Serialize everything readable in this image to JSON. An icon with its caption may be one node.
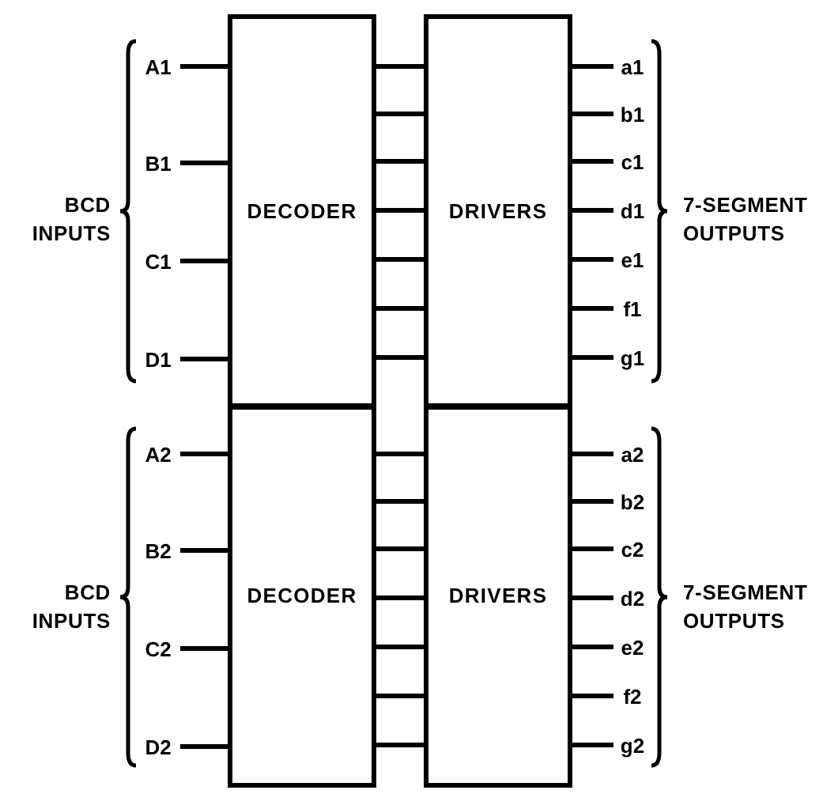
{
  "diagram": {
    "nodes": [
      {
        "text": [
          "DECODER"
        ]
      },
      {
        "text": [
          "DRIVERS"
        ]
      },
      {
        "text": [
          "A1"
        ]
      },
      {
        "text": [
          "B1"
        ]
      },
      {
        "text": [
          "C1"
        ]
      },
      {
        "text": [
          "D1"
        ]
      },
      {
        "text": [
          "a1"
        ]
      },
      {
        "text": [
          "b1"
        ]
      },
      {
        "text": [
          "c1"
        ]
      },
      {
        "text": [
          "d1"
        ]
      },
      {
        "text": [
          "e1"
        ]
      },
      {
        "text": [
          "f1"
        ]
      },
      {
        "text": [
          "g1"
        ]
      },
      {
        "text": [
          "DECODER"
        ]
      },
      {
        "text": [
          "DRIVERS"
        ]
      },
      {
        "text": [
          "A2"
        ]
      },
      {
        "text": [
          "B2"
        ]
      },
      {
        "text": [
          "C2"
        ]
      },
      {
        "text": [
          "D2"
        ]
      },
      {
        "text": [
          "a2"
        ]
      },
      {
        "text": [
          "b2"
        ]
      },
      {
        "text": [
          "c2"
        ]
      },
      {
        "text": [
          "d2"
        ]
      },
      {
        "text": [
          "e2"
        ]
      },
      {
        "text": [
          "f2"
        ]
      },
      {
        "text": [
          "g2"
        ]
      }
    ],
    "edges": [
      {
        "from": 2,
        "to": 0,
        "arrow": "none"
      },
      {
        "from": 3,
        "to": 0,
        "arrow": "none"
      },
      {
        "from": 4,
        "to": 0,
        "arrow": "none"
      },
      {
        "from": 5,
        "to": 0,
        "arrow": "none"
      },
      {
        "from": 0,
        "to": 1,
        "arrow": "none"
      },
      {
        "from": 0,
        "to": 1,
        "arrow": "none"
      },
      {
        "from": 0,
        "to": 1,
        "arrow": "none"
      },
      {
        "from": 0,
        "to": 1,
        "arrow": "none"
      },
      {
        "from": 0,
        "to": 1,
        "arrow": "none"
      },
      {
        "from": 0,
        "to": 1,
        "arrow": "none"
      },
      {
        "from": 0,
        "to": 1,
        "arrow": "none"
      },
      {
        "from": 1,
        "to": 6,
        "arrow": "none"
      },
      {
        "from": 1,
        "to": 7,
        "arrow": "none"
      },
      {
        "from": 1,
        "to": 8,
        "arrow": "none"
      },
      {
        "from": 1,
        "to": 9,
        "arrow": "none"
      },
      {
        "from": 1,
        "to": 10,
        "arrow": "none"
      },
      {
        "from": 1,
        "to": 11,
        "arrow": "none"
      },
      {
        "from": 1,
        "to": 12,
        "arrow": "none"
      },
      {
        "from": 15,
        "to": 13,
        "arrow": "none"
      },
      {
        "from": 16,
        "to": 13,
        "arrow": "none"
      },
      {
        "from": 17,
        "to": 13,
        "arrow": "none"
      },
      {
        "from": 18,
        "to": 13,
        "arrow": "none"
      },
      {
        "from": 13,
        "to": 14,
        "arrow": "none"
      },
      {
        "from": 13,
        "to": 14,
        "arrow": "none"
      },
      {
        "from": 13,
        "to": 14,
        "arrow": "none"
      },
      {
        "from": 13,
        "to": 14,
        "arrow": "none"
      },
      {
        "from": 13,
        "to": 14,
        "arrow": "none"
      },
      {
        "from": 13,
        "to": 14,
        "arrow": "none"
      },
      {
        "from": 13,
        "to": 14,
        "arrow": "none"
      },
      {
        "from": 14,
        "to": 19,
        "arrow": "none"
      },
      {
        "from": 14,
        "to": 20,
        "arrow": "none"
      },
      {
        "from": 14,
        "to": 21,
        "arrow": "none"
      },
      {
        "from": 14,
        "to": 22,
        "arrow": "none"
      },
      {
        "from": 14,
        "to": 23,
        "arrow": "none"
      },
      {
        "from": 14,
        "to": 24,
        "arrow": "none"
      },
      {
        "from": 14,
        "to": 25,
        "arrow": "none"
      }
    ],
    "labels": [
      "BCD INPUTS",
      "7-SEGMENT OUTPUTS",
      "BCD INPUTS",
      "7-SEGMENT OUTPUTS"
    ]
  }
}
